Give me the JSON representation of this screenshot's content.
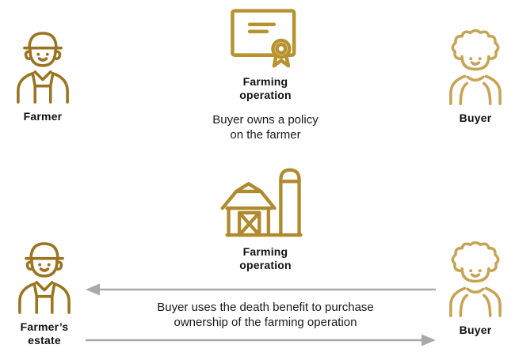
{
  "colors": {
    "farmer": "#9a7420",
    "buyer": "#c7a455",
    "policy": "#b8922f",
    "barn": "#b08a2e",
    "arrow": "#a9a9a9"
  },
  "top": {
    "farmer_label": "Farmer",
    "policy_label": [
      "Farming",
      "operation"
    ],
    "policy_caption": [
      "Buyer owns a policy",
      "on the farmer"
    ],
    "buyer_label": "Buyer"
  },
  "bottom": {
    "barn_label": [
      "Farming",
      "operation"
    ],
    "estate_label": [
      "Farmer’s",
      "estate"
    ],
    "buyer_label": "Buyer",
    "flow_caption": [
      "Buyer uses the death benefit to purchase",
      "ownership of the farming operation"
    ]
  }
}
